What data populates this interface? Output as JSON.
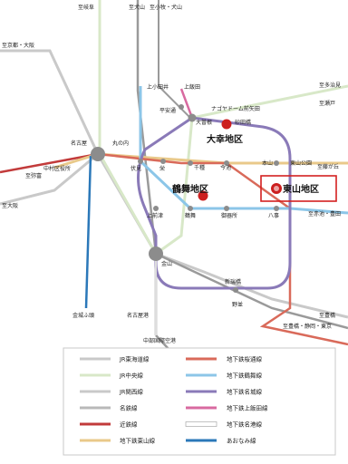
{
  "top_labels": {
    "nagoya_n": "至岐阜",
    "inuyama": "至犬山",
    "komaki_inuyama": "至小牧・犬山"
  },
  "edge_labels": {
    "kyoto_osaka": "至京都・大阪",
    "tajimi": "至多治見",
    "seto": "至瀬戸",
    "yatomi": "至弥富",
    "osaka": "至大阪",
    "fujigaoka": "至藤が丘",
    "akaike_toyota": "至赤池・豊田",
    "toyohashi": "至豊橋",
    "toyohashi_shizuoka_tokyo": "至豊橋・静岡・東京"
  },
  "stations": {
    "kamiotai": "上小田井",
    "kamiiida": "上飯田",
    "heian_dori": "平安通",
    "nagoya_dome": "ナゴヤドーム前矢田",
    "ozone": "大曽根",
    "sunadabashi": "砂田橋",
    "nagoya": "名古屋",
    "nakamura_kuyakusho": "中村区役所",
    "marunouchi": "丸の内",
    "fushimi": "伏見",
    "sakae": "栄",
    "chikusa": "千種",
    "imaike": "今池",
    "motoyama": "本山",
    "higashiyama_koen": "東山公園",
    "kamimaezu": "上前津",
    "tsurumai": "鶴舞",
    "gokiso": "御器所",
    "yagoto": "八事",
    "kanayama": "金山",
    "aratamabashi": "新瑞橋",
    "nonami": "野並",
    "kinjo_futo": "金城ふ頭",
    "meiko_sando": "名古屋港",
    "centrair": "中部国際空港"
  },
  "regions": {
    "ozone_area": "大幸地区",
    "tsurumai_area": "鶴舞地区",
    "higashiyama_area": "東山地区"
  },
  "legend": {
    "left": [
      {
        "label": "JR東海道線",
        "color": "#c9c9c9"
      },
      {
        "label": "JR中央線",
        "color": "#d8e8c8"
      },
      {
        "label": "JR関西線",
        "color": "#c9c9c9"
      },
      {
        "label": "名鉄線",
        "color": "#b9b9b9"
      },
      {
        "label": "近鉄線",
        "color": "#c23b3b"
      },
      {
        "label": "地下鉄東山線",
        "color": "#e9c98a"
      }
    ],
    "right": [
      {
        "label": "地下鉄桜通線",
        "color": "#d96a5a"
      },
      {
        "label": "地下鉄鶴舞線",
        "color": "#8cc6e8"
      },
      {
        "label": "地下鉄名城線",
        "color": "#8a7ab8"
      },
      {
        "label": "地下鉄上飯田線",
        "color": "#d86aa0"
      },
      {
        "label": "地下鉄名港線",
        "color": "#ffffff"
      },
      {
        "label": "あおなみ線",
        "color": "#2b78b9"
      }
    ]
  },
  "colors": {
    "higashiyama": "#e9c98a",
    "sakuradori": "#d96a5a",
    "tsurumai_line": "#8cc6e8",
    "meijo": "#8a7ab8",
    "meitetsu": "#9a9a9a",
    "jr": "#c9c9c9",
    "jr_chuo": "#d8e8c8",
    "kintetsu": "#c23b3b",
    "aonami": "#2b78b9",
    "marker_red": "#cc1f1f",
    "highlight_box": "#d42020"
  }
}
